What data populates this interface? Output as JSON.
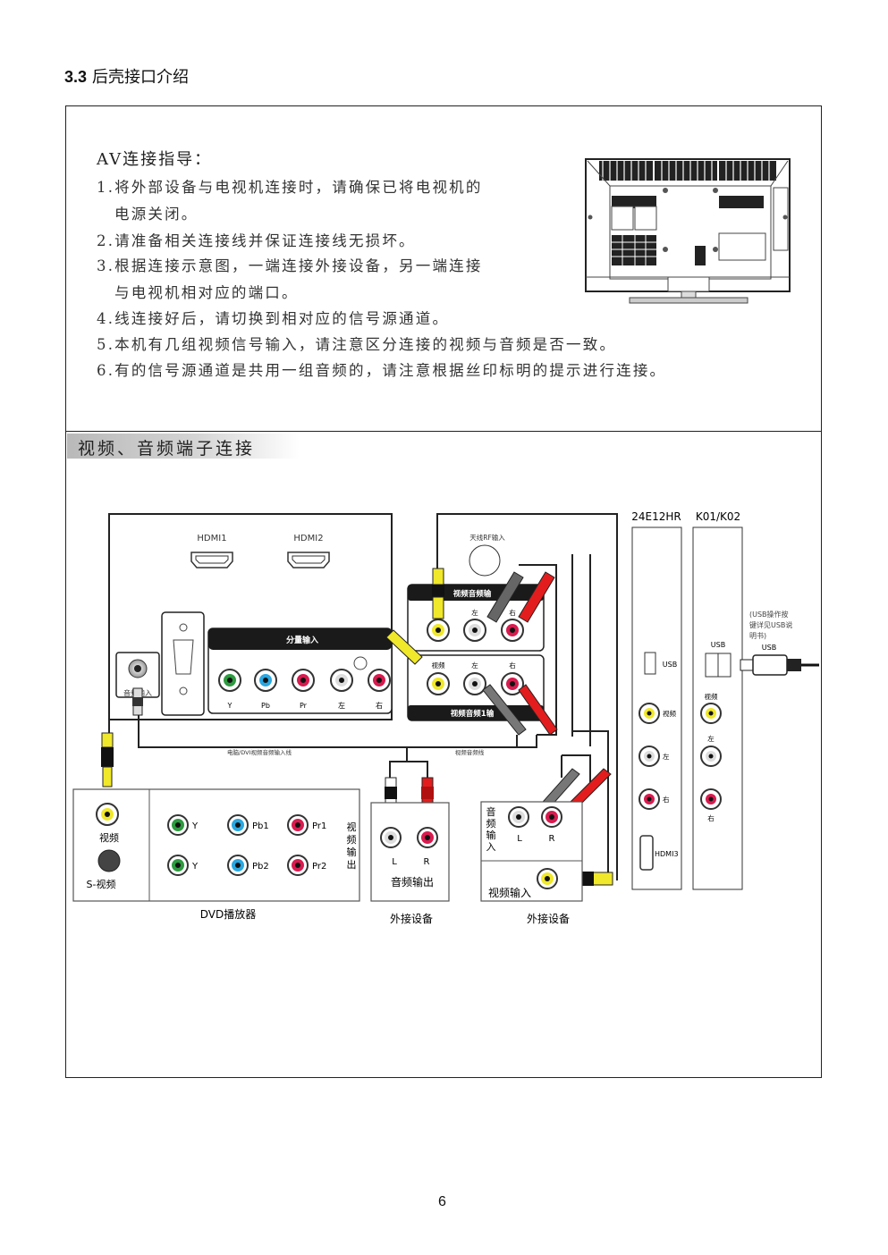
{
  "header": {
    "section_number": "3.3",
    "section_title": "后壳接口介绍"
  },
  "guide": {
    "title": "AV连接指导：",
    "lines": [
      "1.将外部设备与电视机连接时，请确保已将电视机的",
      "  电源关闭。",
      "2.请准备相关连接线并保证连接线无损坏。",
      "3.根据连接示意图，一端连接外接设备，另一端连接",
      "  与电视机相对应的端口。",
      "4.线连接好后，请切换到相对应的信号源通道。",
      "5.本机有几组视频信号输入，请注意区分连接的视频与音频是否一致。",
      "6.有的信号源通道是共用一组音频的，请注意根据丝印标明的提示进行连接。"
    ]
  },
  "banner": {
    "title": "视频、音频端子连接"
  },
  "diagram": {
    "hdmi1": "HDMI1",
    "hdmi2": "HDMI2",
    "audio_in": "音频输入",
    "component_title": "分量输入",
    "component_labels": [
      "Y",
      "Pb",
      "Pr",
      "左",
      "右"
    ],
    "rf_input": "天线RF输入",
    "av2_title": "视频音频输",
    "av2_labels": [
      "视",
      "左",
      "右"
    ],
    "av1_title": "视频音频1输",
    "av1_labels": [
      "视频",
      "左",
      "右"
    ],
    "pc_cable": "电脑/DVI视频音频输入线",
    "av_cable": "视频音频线",
    "side_models": [
      "24E12HR",
      "K01/K02"
    ],
    "side_usb": "USB",
    "side_labels_a": [
      "视频",
      "左",
      "右",
      "HDMI3"
    ],
    "side_labels_b": [
      "视频",
      "左",
      "右"
    ],
    "usb_note": [
      "(USB操作按",
      "键详见USB说",
      "明书)"
    ],
    "usb_plug": "USB",
    "dvd": {
      "video": "视频",
      "svideo": "S-视频",
      "row1": [
        "Y",
        "Pb1",
        "Pr1"
      ],
      "row2": [
        "Y",
        "Pb2",
        "Pr2"
      ],
      "side": [
        "视",
        "频",
        "输",
        "出"
      ],
      "caption": "DVD播放器"
    },
    "audio_out": {
      "l": "L",
      "r": "R",
      "title": "音频输出",
      "caption": "外接设备"
    },
    "ext2": {
      "audio_in": [
        "音",
        "频",
        "输",
        "入"
      ],
      "l": "L",
      "r": "R",
      "video_in": "视频输入",
      "caption": "外接设备"
    }
  },
  "footer": {
    "page": "6"
  }
}
